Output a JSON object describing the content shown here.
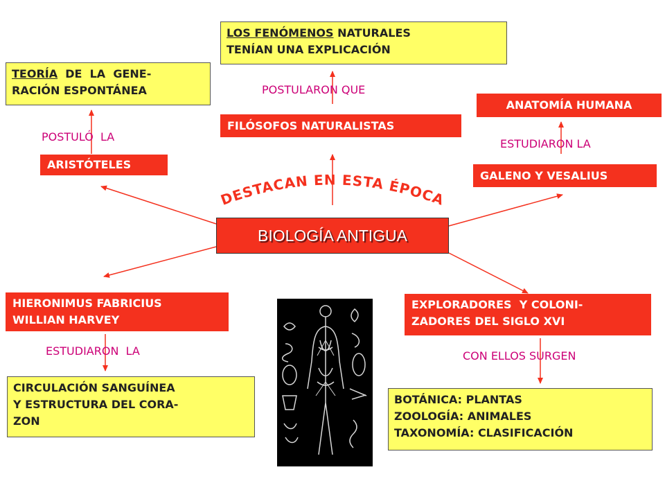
{
  "center": "BIOLOGÍA ANTIGUA",
  "arc_label": "DESTACAN EN ESTA ÉPOCA",
  "top": {
    "box_line1_u": "LOS FENÓMENOS",
    "box_line1_rest": " NATURALES",
    "box_line2": "TENÍAN UNA EXPLICACIÓN",
    "label": "POSTULARON QUE",
    "actor": "FILÓSOFOS NATURALISTAS"
  },
  "left_top": {
    "box_line1_u": "TEORÍA",
    "box_line1_rest": "  DE  LA  GENE-",
    "box_line2": "RACIÓN ESPONTÁNEA",
    "label": "POSTULÓ  LA",
    "actor": "ARISTÓTELES"
  },
  "right_top": {
    "box": "ANATOMÍA HUMANA",
    "label": "ESTUDIARON LA",
    "actor": "GALENO Y VESALIUS"
  },
  "left_bottom": {
    "actor_line1": "HIERONIMUS FABRICIUS",
    "actor_line2": "WILLIAN HARVEY",
    "label": "ESTUDIARON  LA",
    "box_line1": "CIRCULACIÓN SANGUÍNEA",
    "box_line2": "Y ESTRUCTURA  DEL CORA-",
    "box_line3": "ZON"
  },
  "right_bottom": {
    "actor_line1": "EXPLORADORES  Y COLONI-",
    "actor_line2": "ZADORES DEL SIGLO XVI",
    "label": "CON ELLOS SURGEN",
    "box_line1": "BOTÁNICA: PLANTAS",
    "box_line2": "ZOOLOGÍA: ANIMALES",
    "box_line3": "TAXONOMÍA: CLASIFICACIÓN"
  },
  "colors": {
    "red": "#f4311e",
    "yellow": "#ffff66",
    "label_pink": "#cc0077"
  }
}
